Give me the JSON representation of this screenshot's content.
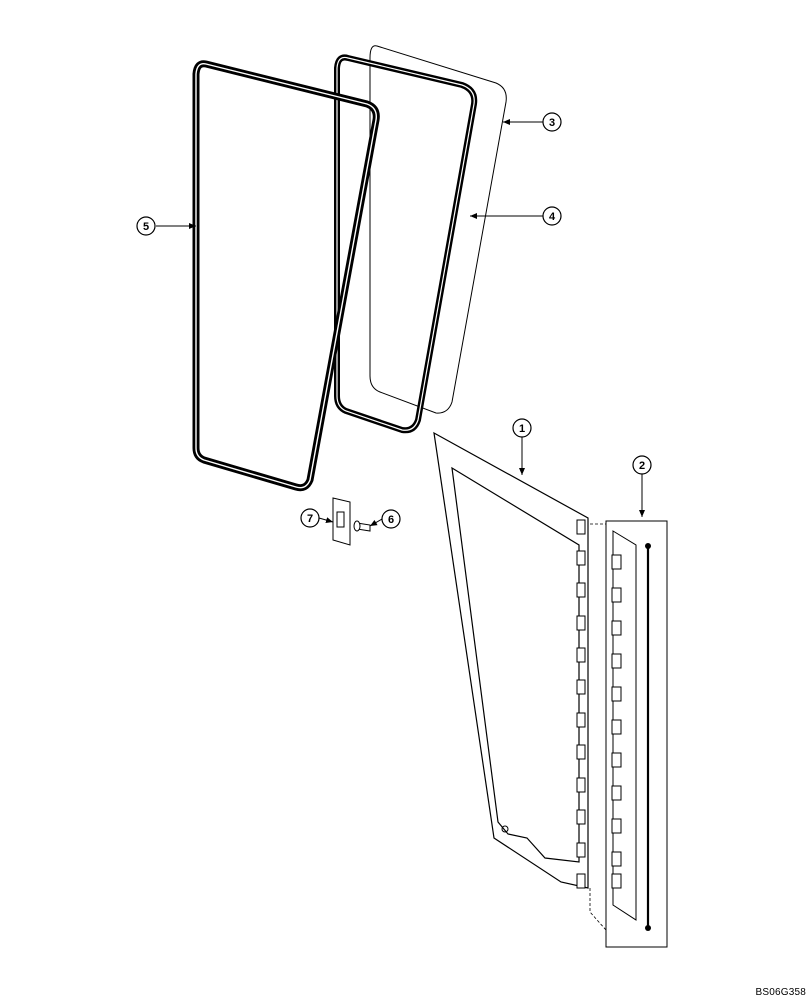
{
  "callouts": {
    "c1": "1",
    "c2": "2",
    "c3": "3",
    "c4": "4",
    "c5": "5",
    "c6": "6",
    "c7": "7"
  },
  "reference_code": "BS06G358",
  "colors": {
    "ink": "#000000",
    "paper": "#ffffff",
    "part_fill": "#f2f2f2"
  }
}
